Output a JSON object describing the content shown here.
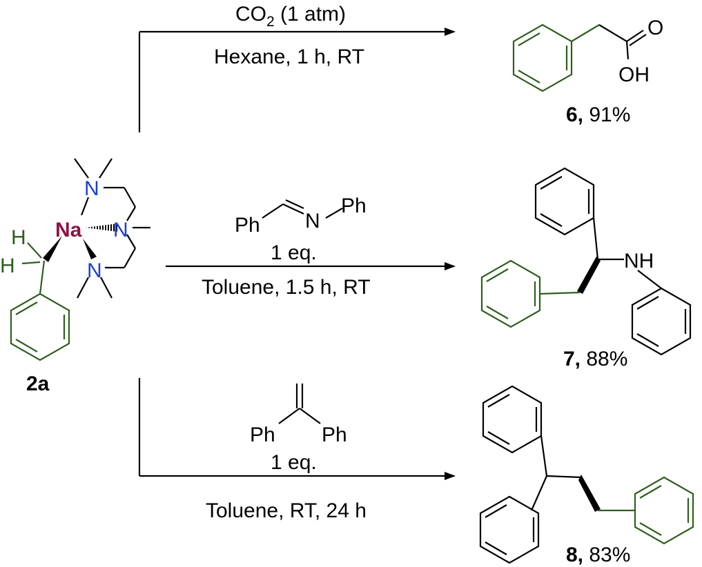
{
  "reagent": {
    "compound_id": "2a",
    "metal": "Na",
    "atom_n": "N",
    "atom_h": "H"
  },
  "reactions": [
    {
      "reagent_line1_main": "CO",
      "reagent_line1_sub": "2",
      "reagent_line1_tail": " (1 atm)",
      "conditions": "Hexane, 1 h, RT",
      "product_id": "6,",
      "product_yield": " 91%",
      "atoms": {
        "o": "O",
        "oh": "OH"
      }
    },
    {
      "reagent_ph_left": "Ph",
      "reagent_n": "N",
      "reagent_ph_right": "Ph",
      "equivalents": "1 eq.",
      "conditions": "Toluene, 1.5 h, RT",
      "product_id": "7,",
      "product_yield": " 88%",
      "atoms": {
        "nh": "NH"
      }
    },
    {
      "reagent_ph_left": "Ph",
      "reagent_ph_right": "Ph",
      "equivalents": "1 eq.",
      "conditions": "Toluene, RT, 24 h",
      "product_id": "8,",
      "product_yield": " 83%"
    }
  ],
  "colors": {
    "benzyl_green": "#2d5e1e",
    "nitrogen_blue": "#1a3fd8",
    "sodium_maroon": "#8c1444",
    "ink": "#000000"
  }
}
